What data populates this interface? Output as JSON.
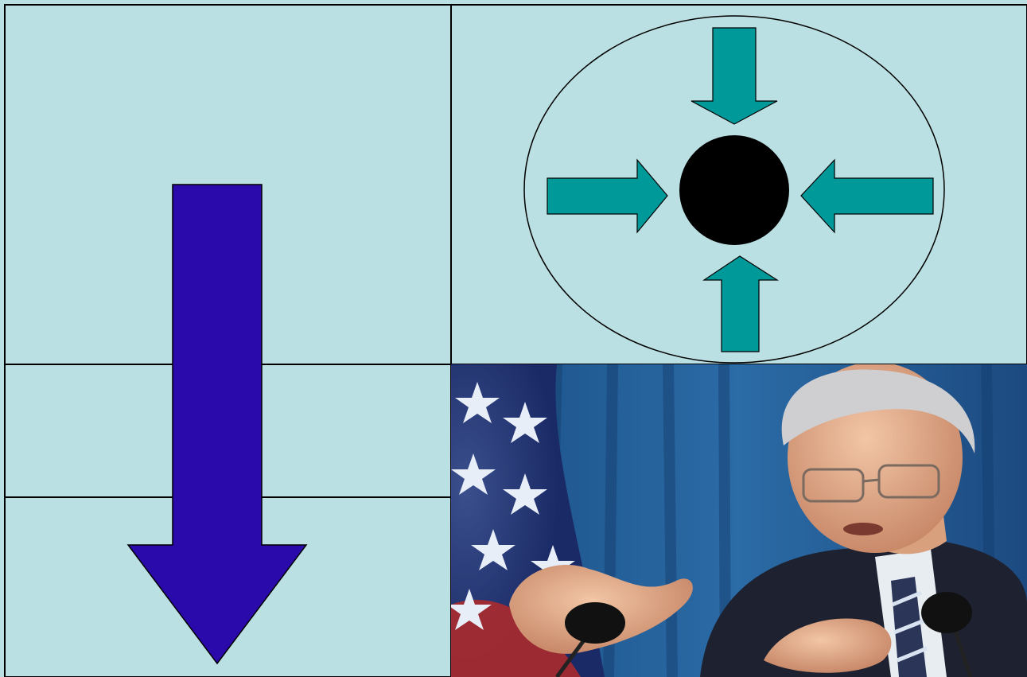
{
  "colors": {
    "panel_background": "#bbe0e3",
    "grid_line": "#000000",
    "down_arrow_fill": "#2a0aab",
    "inward_arrow_fill": "#009999",
    "center_dot_fill": "#000000"
  },
  "panels": {
    "left": {
      "content": "large-downward-arrow",
      "horizontal_bands": 3
    },
    "top_right": {
      "content": "ellipse-with-four-inward-arrows-to-center-dot",
      "arrow_directions": [
        "down",
        "right",
        "left",
        "up"
      ]
    },
    "bottom_right": {
      "content": "photo-of-man-speaking-at-podium-with-flag-background"
    }
  },
  "icons": [
    "down-arrow-icon",
    "inward-arrow-icon",
    "center-dot-icon",
    "microphone-icon",
    "star-icon"
  ]
}
